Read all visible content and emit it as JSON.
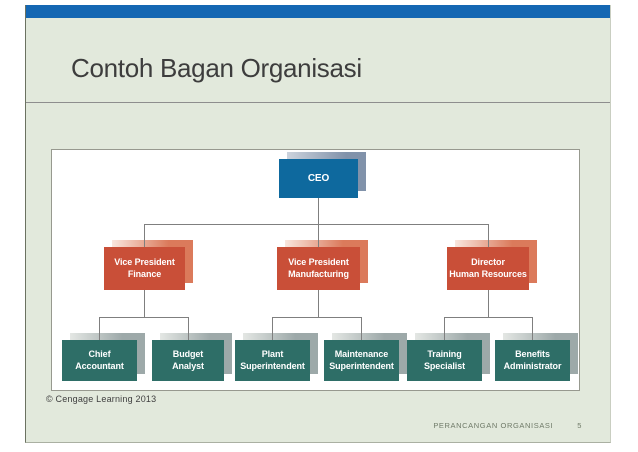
{
  "slide": {
    "title": "Contoh Bagan Organisasi",
    "credit": "© Cengage Learning 2013",
    "footer": {
      "label": "PERANCANGAN ORGANISASI",
      "page_number": "5"
    }
  },
  "colors": {
    "top_bar": "#1467b3",
    "slide_background": "#e2e9dc",
    "executive_box": "#0e699e",
    "manager_box": "#c94f38",
    "staff_box": "#2e6e67",
    "connector": "#7f7f7f"
  },
  "org_chart": {
    "type": "organization-chart",
    "ceo": {
      "label": "CEO"
    },
    "managers": [
      {
        "label": "Vice President\nFinance",
        "reports_to": "CEO"
      },
      {
        "label": "Vice President\nManufacturing",
        "reports_to": "CEO"
      },
      {
        "label": "Director\nHuman Resources",
        "reports_to": "CEO"
      }
    ],
    "staff": [
      {
        "label": "Chief\nAccountant",
        "reports_to": "Vice President Finance"
      },
      {
        "label": "Budget\nAnalyst",
        "reports_to": "Vice President Finance"
      },
      {
        "label": "Plant\nSuperintendent",
        "reports_to": "Vice President Manufacturing"
      },
      {
        "label": "Maintenance\nSuperintendent",
        "reports_to": "Vice President Manufacturing"
      },
      {
        "label": "Training\nSpecialist",
        "reports_to": "Director Human Resources"
      },
      {
        "label": "Benefits\nAdministrator",
        "reports_to": "Director Human Resources"
      }
    ]
  }
}
